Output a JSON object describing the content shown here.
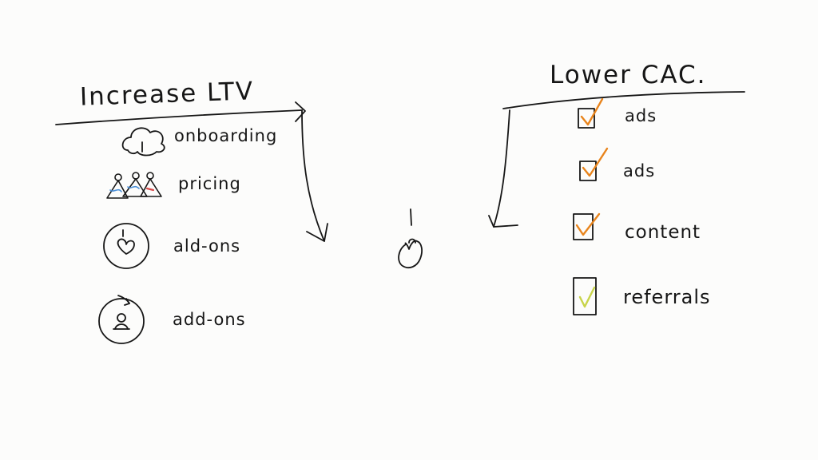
{
  "left": {
    "title": "Increase LTV",
    "items": [
      {
        "label": "onboarding",
        "icon": "cloud-icon"
      },
      {
        "label": "pricing",
        "icon": "people-triangles-icon"
      },
      {
        "label": "ald-ons",
        "icon": "heart-circle-icon"
      },
      {
        "label": "add-ons",
        "icon": "person-circle-icon"
      }
    ]
  },
  "right": {
    "title": "Lower CAC.",
    "items": [
      {
        "label": "ads",
        "icon": "checkbox-checked-icon",
        "check_color": "#e8841c"
      },
      {
        "label": "ads",
        "icon": "checkbox-checked-icon",
        "check_color": "#e8841c"
      },
      {
        "label": "content",
        "icon": "checkbox-checked-icon",
        "check_color": "#e8841c"
      },
      {
        "label": "referrals",
        "icon": "checkbox-checked-icon",
        "check_color": "#c8d44a"
      }
    ]
  },
  "center": {
    "icon": "bag-icon"
  },
  "colors": {
    "ink": "#161616",
    "orange": "#e8841c",
    "lime": "#c8d44a",
    "blue": "#4a8fd8",
    "red": "#d84a4a"
  }
}
